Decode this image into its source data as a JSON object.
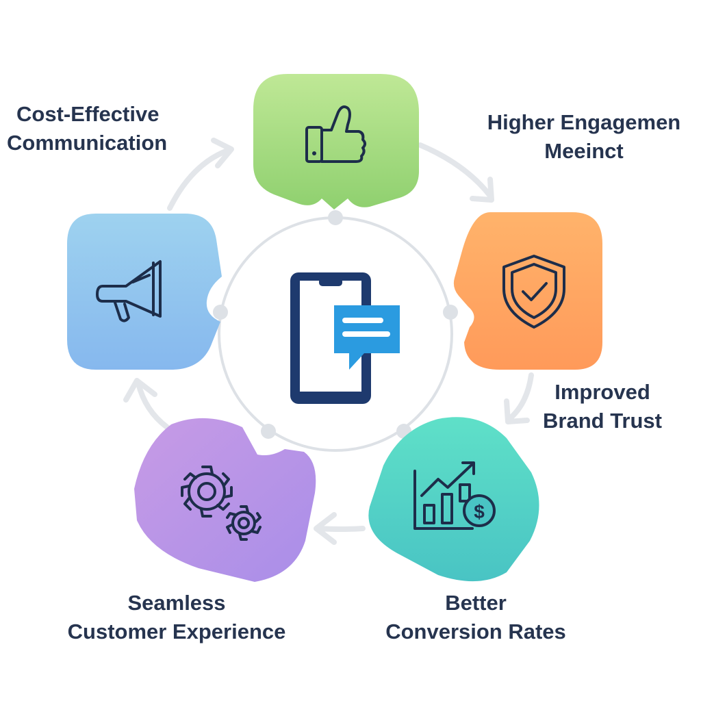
{
  "diagram": {
    "nodes": [
      {
        "id": "engagement",
        "icon": "thumbs-up-icon",
        "color_top": "#bfe896",
        "color_bottom": "#8fd06f",
        "label_lines": [
          "Higher Engagemen",
          "Meeinct"
        ]
      },
      {
        "id": "trust",
        "icon": "shield-check-icon",
        "color_top": "#ffb36b",
        "color_bottom": "#ff9a5a",
        "label_lines": [
          "Improved",
          "Brand Trust"
        ]
      },
      {
        "id": "conversion",
        "icon": "growth-chart-dollar-icon",
        "color_top": "#5fe0c8",
        "color_bottom": "#49c4c4",
        "label_lines": [
          "Better",
          "Conversion Rates"
        ]
      },
      {
        "id": "experience",
        "icon": "gears-icon",
        "color_top": "#c79be6",
        "color_bottom": "#a98ee8",
        "label_lines": [
          "Seamless",
          "Customer Experience"
        ]
      },
      {
        "id": "cost",
        "icon": "megaphone-icon",
        "color_top": "#9ed2ef",
        "color_bottom": "#86b8ee",
        "label_lines": [
          "Cost-Effective",
          "Communication"
        ]
      }
    ],
    "center": {
      "icon": "smartphone-chat-icon",
      "phone_color": "#1e3a6e",
      "bubble_color": "#2b9be0"
    },
    "ring_color": "#dde1e6",
    "arrow_color": "#e3e6ea",
    "label_color": "#26344f"
  }
}
